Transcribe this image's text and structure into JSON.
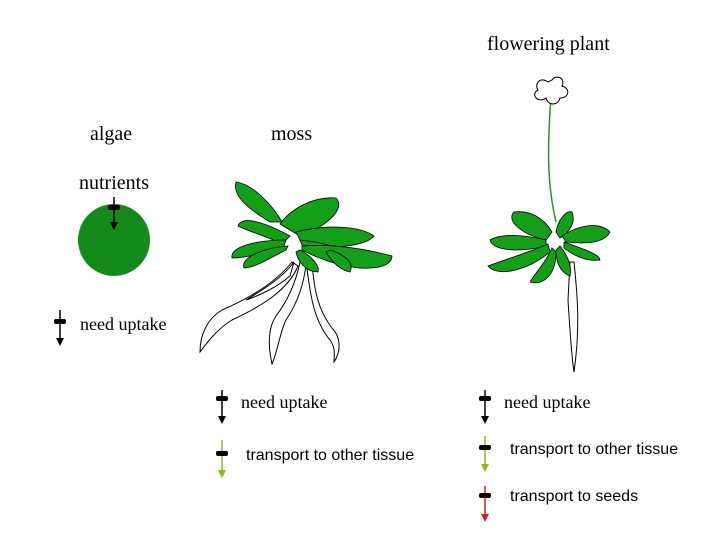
{
  "labels": {
    "flowering_plant": "flowering plant",
    "algae": "algae",
    "moss": "moss",
    "nutrients": "nutrients"
  },
  "legends": {
    "algae": [
      {
        "text": "need uptake",
        "color_key": "uptake"
      }
    ],
    "moss": [
      {
        "text": "need uptake",
        "color_key": "uptake"
      },
      {
        "text": "transport to other tissue",
        "color_key": "tissue"
      }
    ],
    "flowering": [
      {
        "text": "need uptake",
        "color_key": "uptake"
      },
      {
        "text": "transport to other tissue",
        "color_key": "tissue"
      },
      {
        "text": "transport to seeds",
        "color_key": "seeds"
      }
    ]
  },
  "colors": {
    "uptake": "#000000",
    "tissue": "#8db61a",
    "seeds": "#e01b1b",
    "algae_fill": "#138a1a",
    "leaf_fill": "#13a018",
    "stem": "#2f8f2f"
  },
  "icons": {
    "arrow": "arrow-down-icon",
    "algae": "algae-cell-icon",
    "moss": "moss-plant-icon",
    "flower": "flowering-plant-icon"
  }
}
